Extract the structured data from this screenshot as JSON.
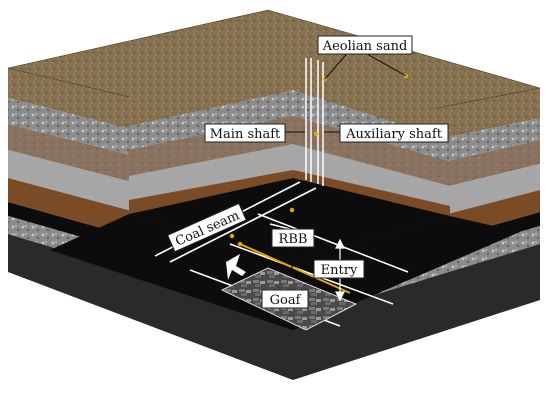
{
  "labels": {
    "aeolian_sand": "Aeolian sand",
    "main_shaft": "Main shaft",
    "auxiliary_shaft": "Auxiliary shaft",
    "coal_seam": "Coal seam",
    "rbb": "RBB",
    "entry": "Entry",
    "goaf": "Goaf"
  },
  "colors": {
    "topsoil": "#8a7352",
    "gravel": "#8e8e8e",
    "mudstone": "#8c7460",
    "siltstone": "#a8a8a8",
    "sandstone": "#7a4b25",
    "coal": "#0c0c0c",
    "floor": "#8e8e8e",
    "base": "#2a2a2a",
    "goaf": "#5c5c5c",
    "marker": "#e6a800",
    "roadway_line": "#ffffff"
  }
}
